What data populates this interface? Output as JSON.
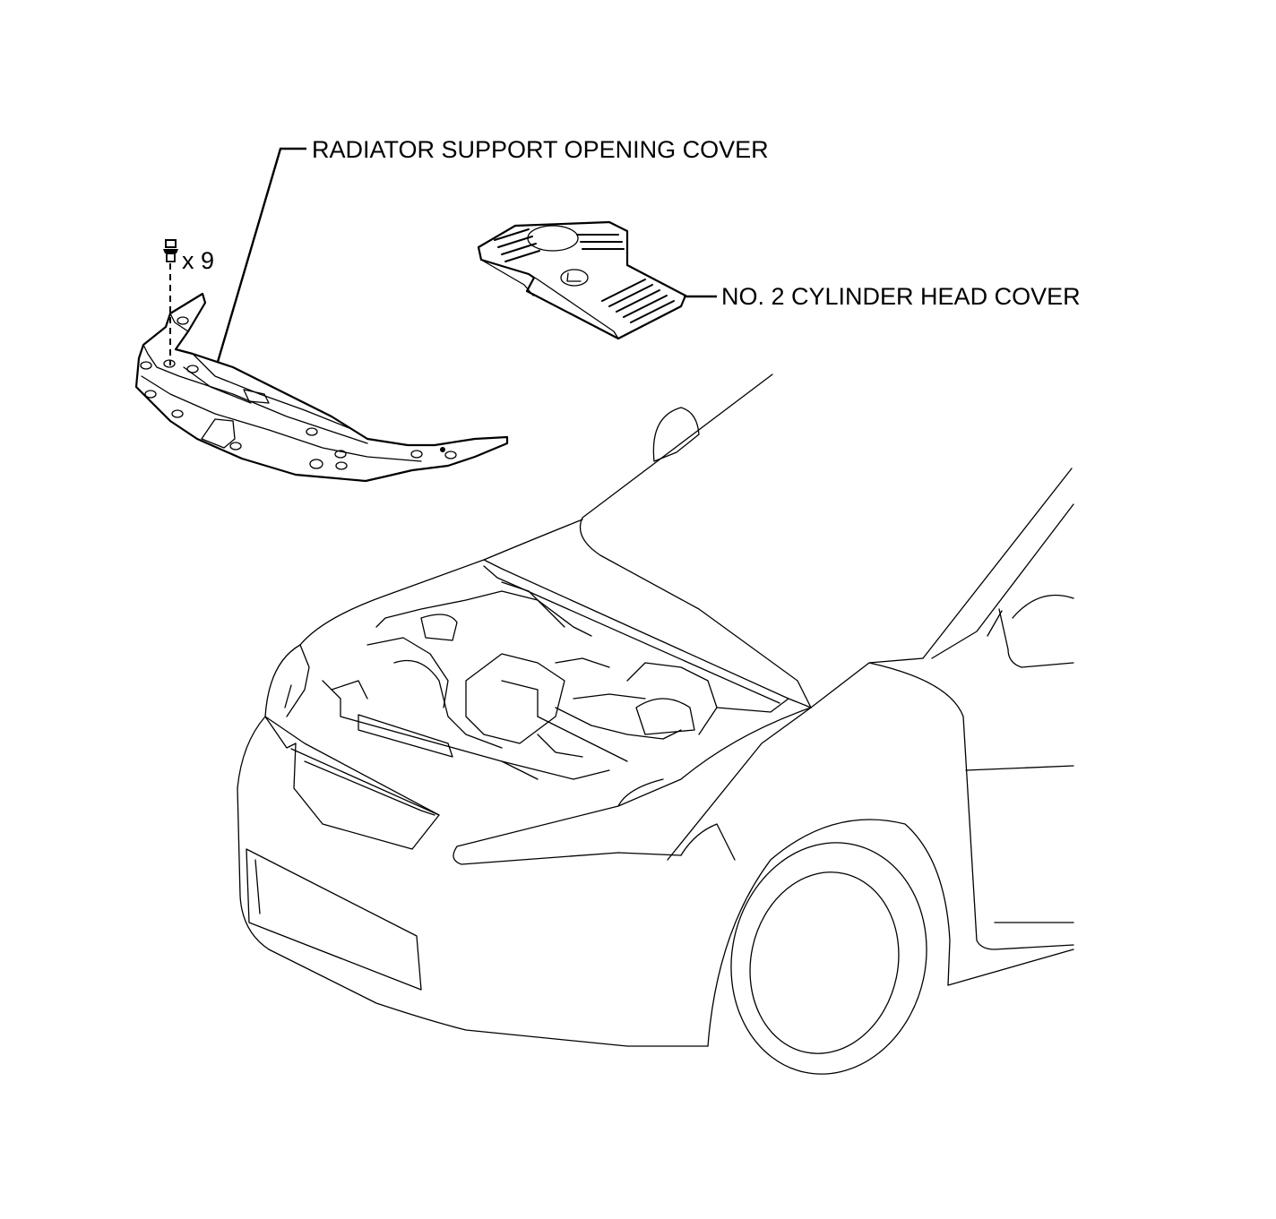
{
  "labels": {
    "radiator_support_opening_cover": "RADIATOR SUPPORT OPENING COVER",
    "no2_cylinder_head_cover": "NO. 2 CYLINDER HEAD COVER",
    "clip_quantity": "x 9"
  },
  "icons": [
    "clip-icon",
    "lexus-emblem-icon"
  ]
}
